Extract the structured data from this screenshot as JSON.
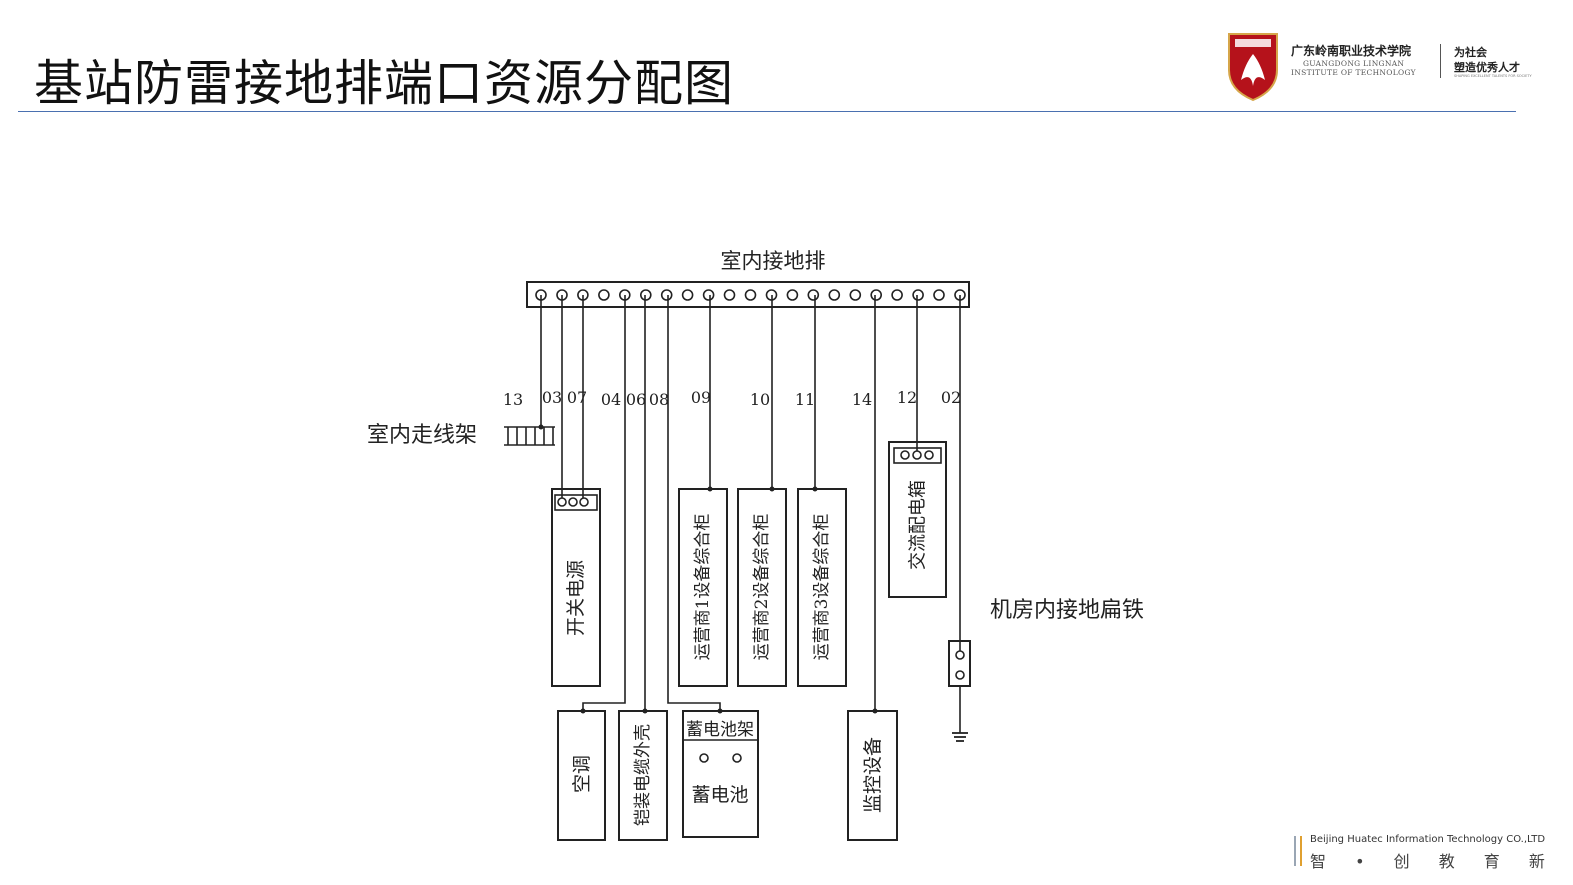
{
  "page": {
    "title": "基站防雷接地排端口资源分配图"
  },
  "logo": {
    "name_cn": "广东岭南职业技术学院",
    "name_en_1": "GUANGDONG LINGNAN",
    "name_en_2": "INSTITUTE OF TECHNOLOGY",
    "slogan_line1": "为社会",
    "slogan_line2": "塑造优秀人才",
    "slogan_en": "SHAPING EXCELLENT TALENTS FOR SOCIETY",
    "colors": {
      "shield": "#b5121b",
      "gold": "#d6a64a"
    }
  },
  "footer": {
    "company": "Beijing Huatec Information Technology CO.,LTD",
    "motto": "智 • 创 教 育 新 力 量"
  },
  "diagram": {
    "bar_label": "室内接地排",
    "port_count": 21,
    "port_labels": [
      "13",
      "03",
      "07",
      "04",
      "06",
      "08",
      "09",
      "10",
      "11",
      "14",
      "12",
      "02"
    ],
    "cable_tray_label": "室内走线架",
    "devices": {
      "power": "开关电源",
      "op1": "运营商1设备综合柜",
      "op2": "运营商2设备综合柜",
      "op3": "运营商3设备综合柜",
      "ac_box": "交流配电箱",
      "aircon": "空调",
      "cable_shell": "铠装电缆外壳",
      "battery_rack": "蓄电池架",
      "battery": "蓄电池",
      "monitor": "监控设备"
    },
    "ground_flat_iron_label": "机房内接地扁铁"
  }
}
